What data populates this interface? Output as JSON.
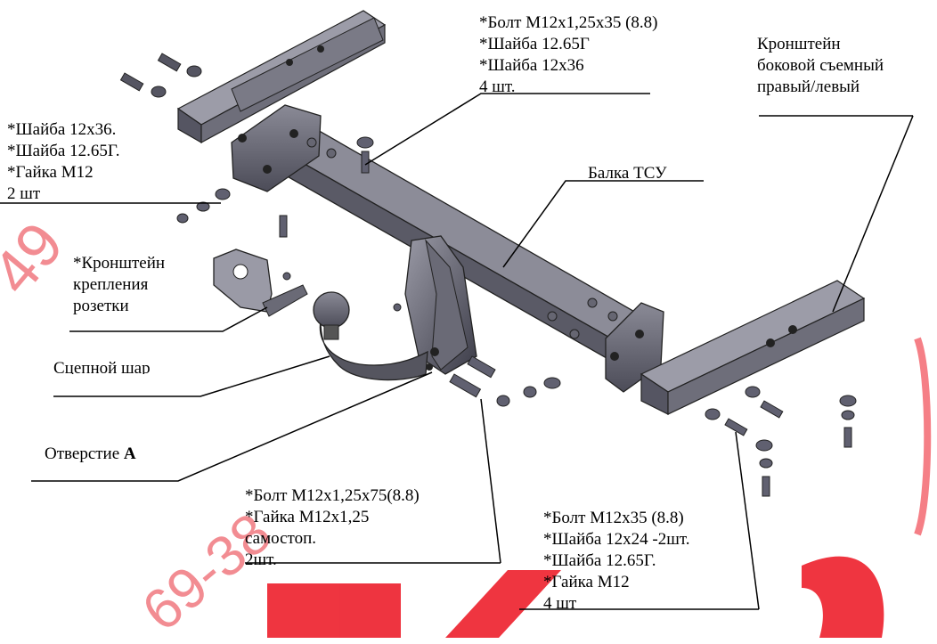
{
  "watermark": {
    "text_left": "49",
    "text_bottom": "69-38",
    "color": "#e8303a"
  },
  "labels": {
    "bolt_top": [
      "*Болт М12х1,25х35 (8.8)",
      "*Шайба 12.65Г",
      "*Шайба 12х36",
      "4 шт."
    ],
    "bracket_side": [
      "Кронштейн",
      "боковой съемный",
      "правый/левый"
    ],
    "washers_left": [
      "*Шайба 12х36.",
      "*Шайба 12.65Г.",
      "*Гайка М12",
      "2 шт"
    ],
    "beam": "Балка ТСУ",
    "socket_bracket": [
      "*Кронштейн",
      "крепления",
      "розетки"
    ],
    "tow_ball": "Сцепной шар",
    "hole_a": {
      "prefix": "Отверстие ",
      "bold": "А"
    },
    "bolt_bottom": [
      "*Болт М12х1,25х75(8.8)",
      "*Гайка М12х1,25",
      "самостоп.",
      "2шт."
    ],
    "bolt_right": [
      "*Болт М12х35 (8.8)",
      "*Шайба 12х24 -2шт.",
      "*Шайба 12.65Г.",
      "*Гайка М12",
      "4  шт"
    ]
  }
}
